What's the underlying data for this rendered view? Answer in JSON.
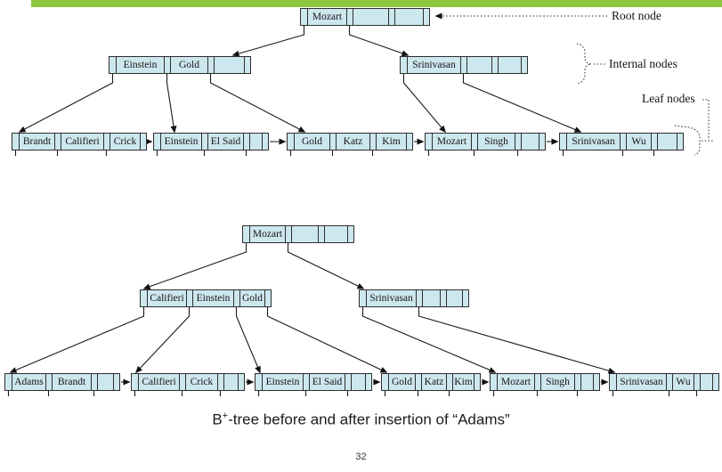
{
  "slide": {
    "caption_prefix": "B",
    "caption_sup": "+",
    "caption_rest": "-tree before and after insertion of “Adams”",
    "page_number": "32"
  },
  "callouts": {
    "root": "Root node",
    "internal": "Internal nodes",
    "leaf": "Leaf nodes"
  },
  "colors": {
    "accent_bar": "#8cc63e",
    "node_fill": "#cde7ee",
    "node_border": "#2e2e2e",
    "line": "#1a1a1a"
  },
  "tree1": {
    "root": {
      "keys": [
        "Mozart",
        "",
        ""
      ]
    },
    "internals": [
      {
        "keys": [
          "Einstein",
          "Gold",
          ""
        ]
      },
      {
        "keys": [
          "Srinivasan",
          "",
          ""
        ]
      }
    ],
    "leaves": [
      {
        "keys": [
          "Brandt",
          "Califieri",
          "Crick"
        ]
      },
      {
        "keys": [
          "Einstein",
          "El Said",
          ""
        ]
      },
      {
        "keys": [
          "Gold",
          "Katz",
          "Kim"
        ]
      },
      {
        "keys": [
          "Mozart",
          "Singh",
          ""
        ]
      },
      {
        "keys": [
          "Srinivasan",
          "Wu",
          ""
        ]
      }
    ]
  },
  "tree2": {
    "root": {
      "keys": [
        "Mozart",
        "",
        ""
      ]
    },
    "internals": [
      {
        "keys": [
          "Califieri",
          "Einstein",
          "Gold"
        ]
      },
      {
        "keys": [
          "Srinivasan",
          "",
          ""
        ]
      }
    ],
    "leaves": [
      {
        "keys": [
          "Adams",
          "Brandt",
          ""
        ]
      },
      {
        "keys": [
          "Califieri",
          "Crick",
          ""
        ]
      },
      {
        "keys": [
          "Einstein",
          "El Said",
          ""
        ]
      },
      {
        "keys": [
          "Gold",
          "Katz",
          "Kim"
        ]
      },
      {
        "keys": [
          "Mozart",
          "Singh",
          ""
        ]
      },
      {
        "keys": [
          "Srinivasan",
          "Wu",
          ""
        ]
      }
    ]
  }
}
